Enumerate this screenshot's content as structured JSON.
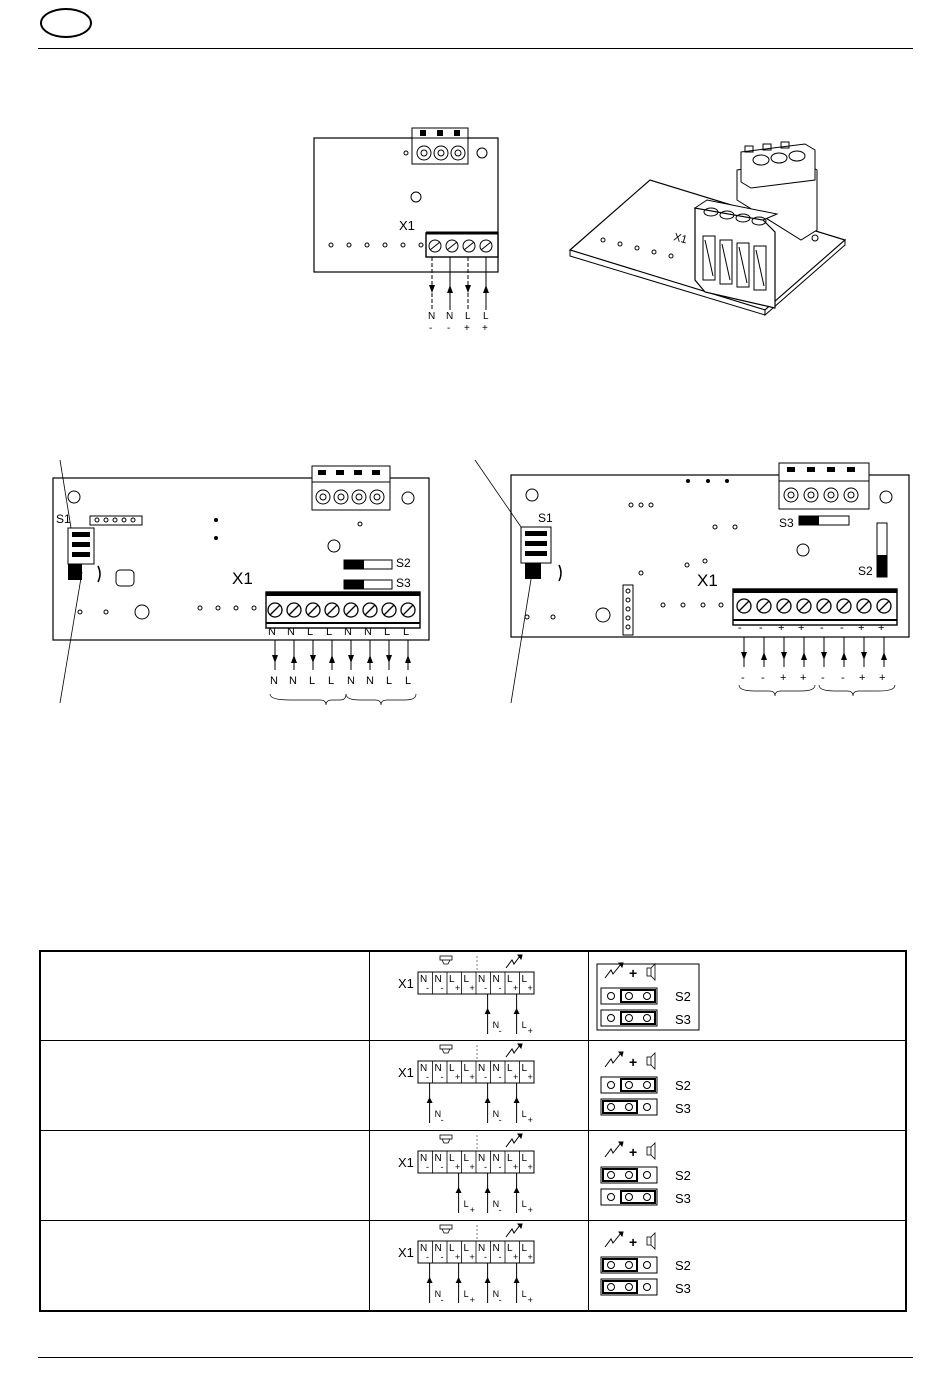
{
  "header": {
    "language_badge": ""
  },
  "figure1": {
    "connector_label": "X1",
    "terminal_labels_top": [
      "N",
      "N",
      "L",
      "L"
    ],
    "terminal_labels_bottom": [
      "-",
      "-",
      "+",
      "+"
    ],
    "iso_connector_label": "X1"
  },
  "figure2_left": {
    "switch_label": "S1",
    "jumper_s2": "S2",
    "jumper_s3": "S3",
    "connector_label": "X1",
    "terminal_labels": [
      "N",
      "N",
      "L",
      "L",
      "N",
      "N",
      "L",
      "L"
    ],
    "wire_labels": [
      "N",
      "N",
      "L",
      "L",
      "N",
      "N",
      "L",
      "L"
    ]
  },
  "figure2_right": {
    "switch_label": "S1",
    "jumper_s2": "S2",
    "jumper_s3": "S3",
    "connector_label": "X1",
    "terminal_labels": [
      "-",
      "-",
      "+",
      "+",
      "-",
      "-",
      "+",
      "+"
    ],
    "wire_labels": [
      "-",
      "-",
      "+",
      "+",
      "-",
      "-",
      "+",
      "+"
    ]
  },
  "config_table": {
    "x1_label": "X1",
    "terminal_top": [
      "N",
      "N",
      "L",
      "L",
      "N",
      "N",
      "L",
      "L"
    ],
    "terminal_sign": [
      "-",
      "-",
      "+",
      "+",
      "-",
      "-",
      "+",
      "+"
    ],
    "jumper_s2": "S2",
    "jumper_s3": "S3",
    "plus_sign": "+",
    "rows": [
      {
        "description": "",
        "wires": [
          {
            "letter": "N",
            "sign": "-"
          },
          {
            "letter": "L",
            "sign": "+"
          }
        ]
      },
      {
        "description": "",
        "wires": [
          {
            "letter": "N",
            "sign": "-"
          },
          {
            "letter": "N",
            "sign": "-"
          },
          {
            "letter": "L",
            "sign": "+"
          }
        ]
      },
      {
        "description": "",
        "wires": [
          {
            "letter": "L",
            "sign": "+"
          },
          {
            "letter": "N",
            "sign": "-"
          },
          {
            "letter": "L",
            "sign": "+"
          }
        ]
      },
      {
        "description": "",
        "wires": [
          {
            "letter": "N",
            "sign": "-"
          },
          {
            "letter": "L",
            "sign": "+"
          },
          {
            "letter": "N",
            "sign": "-"
          },
          {
            "letter": "L",
            "sign": "+"
          }
        ]
      }
    ]
  }
}
